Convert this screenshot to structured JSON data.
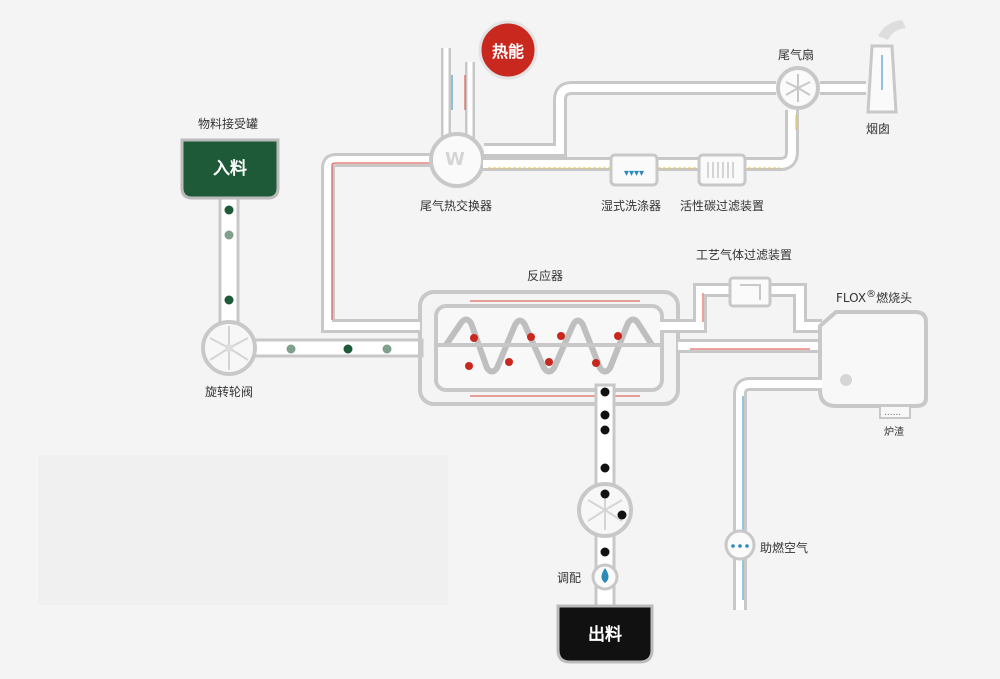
{
  "labels": {
    "receiving_tank": "物料接受罐",
    "feed": "入料",
    "rotary_valve": "旋转轮阀",
    "heat": "热能",
    "tail_gas_hx": "尾气热交换器",
    "hx_symbol": "W",
    "wet_scrubber": "湿式洗涤器",
    "carbon_filter": "活性碳过滤装置",
    "tail_fan": "尾气扇",
    "chimney": "烟囱",
    "process_gas_filter": "工艺气体过滤装置",
    "reactor": "反应器",
    "flox_burner_main": "FLOX",
    "flox_burner_sup": "®",
    "flox_burner_rest": "燃烧头",
    "slag": "炉渣",
    "combustion_air": "助燃空气",
    "dosing": "调配",
    "discharge": "出料"
  },
  "colors": {
    "pipe": "#c8c8c8",
    "pipe_inner": "#ffffff",
    "heat_red": "#c8281e",
    "feed_green": "#1e5a37",
    "discharge_black": "#111111",
    "water_blue": "#2a8ab8",
    "flow_red": "#d9433a",
    "flow_yellow": "#e8c23a",
    "flow_blue": "#2a8ab8"
  }
}
